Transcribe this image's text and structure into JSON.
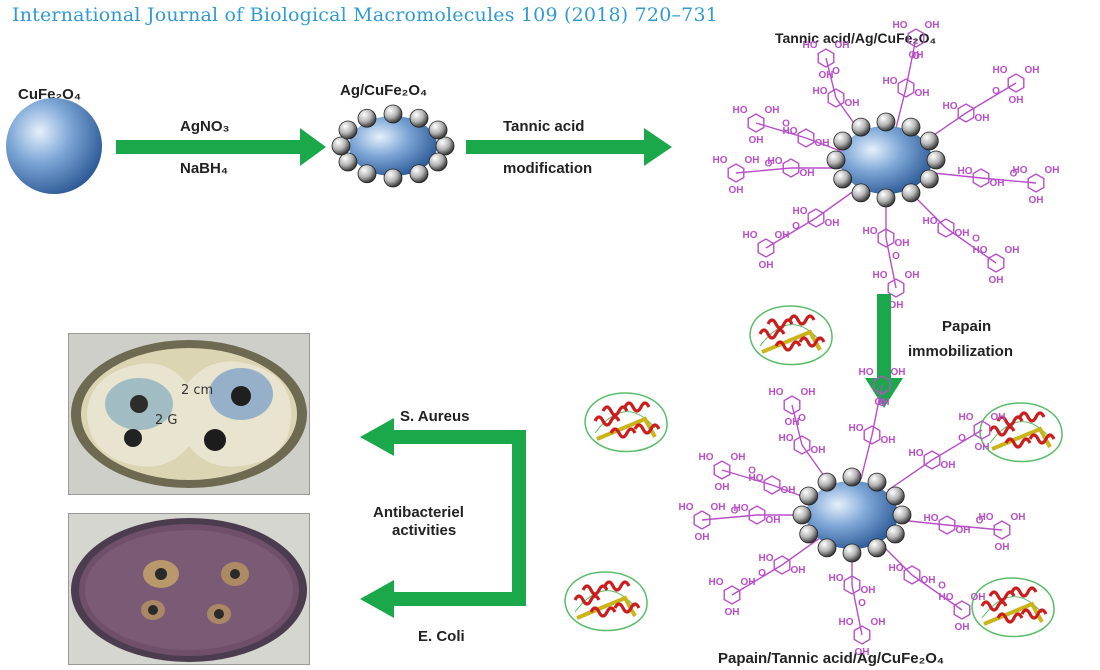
{
  "journal": {
    "citation": "International Journal of Biological Macromolecules 109 (2018) 720–731"
  },
  "labels": {
    "cufe2o4": "CuFe₂O₄",
    "ag_cufe2o4": "Ag/CuFe₂O₄",
    "agno3": "AgNO₃",
    "nabh4": "NaBH₄",
    "tannic_acid": "Tannic acid",
    "modification": "modification",
    "tannic_ag_cufe2o4": "Tannic acid/Ag/CuFe₂O₄",
    "papain": "Papain",
    "immobilization": "immobilization",
    "s_aureus": "S. Aureus",
    "antibacterial_1": "Antibacteriel",
    "antibacterial_2": "activities",
    "e_coli": "E. Coli",
    "final_product": "Papain/Tannic acid/Ag/CuFe₂O₄"
  },
  "chem": {
    "ho": "HO",
    "oh": "OH",
    "o": "O"
  },
  "plate_marks": [
    "2 cm",
    "2 G"
  ],
  "colors": {
    "arrow": "#1aa84a",
    "tannic": "#b84fc8",
    "sphere": "#4f86c6",
    "journal": "#2f9bd2",
    "protein_red": "#cc1c1c",
    "protein_yellow": "#c9b419",
    "protein_green": "#5bbd6a"
  }
}
